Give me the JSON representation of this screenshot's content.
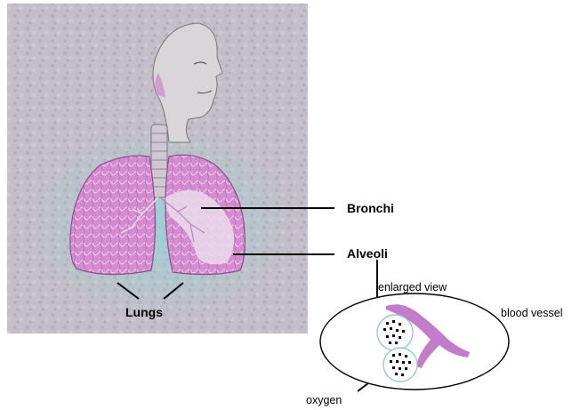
{
  "labels": {
    "bronchi": "Bronchi",
    "alveoli": "Alveoli",
    "lungs": "Lungs",
    "enlarged_view": "enlarged view",
    "blood_vessel": "blood vessel",
    "oxygen": "oxygen"
  },
  "colors": {
    "background_panel": "#bdb6c0",
    "lung_fill": "#d48bd0",
    "lung_light": "#e8d3ea",
    "trachea": "#cfc7d3",
    "glow": "#8fd6d8",
    "vessel": "#c27cc9",
    "line": "#000000"
  }
}
